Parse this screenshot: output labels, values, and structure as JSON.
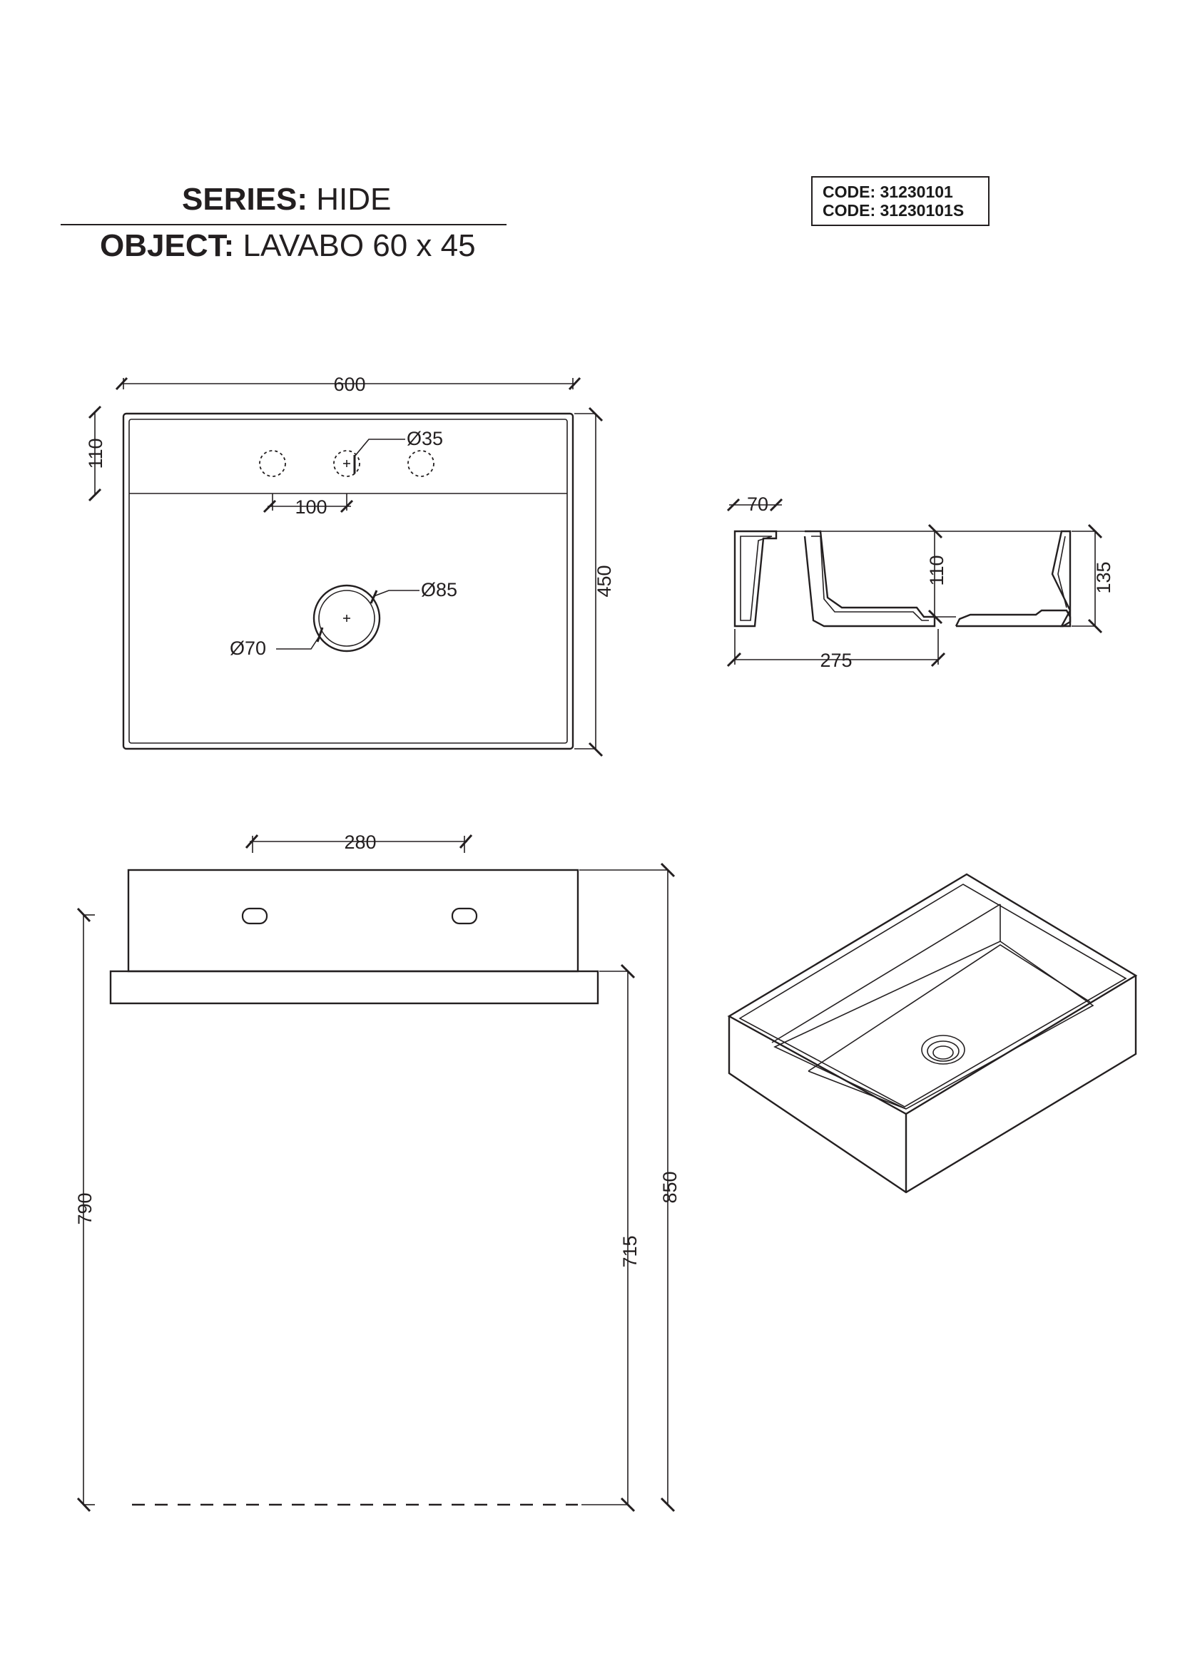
{
  "header": {
    "series_label": "SERIES",
    "series_value": "HIDE",
    "object_label": "OBJECT",
    "object_value": "LAVABO 60 x 45",
    "codes": [
      "CODE: 31230101",
      "CODE: 31230101S"
    ]
  },
  "top_view": {
    "width": "600",
    "depth": "450",
    "deck_depth": "110",
    "tap_hole_diameter": "Ø35",
    "tap_hole_spacing": "100",
    "drain_outer_diameter": "Ø85",
    "drain_inner_diameter": "Ø70"
  },
  "section_view": {
    "wall_width": "70",
    "bowl_depth": "110",
    "total_height": "135",
    "section_length": "275"
  },
  "front_view": {
    "bracket_spacing": "280",
    "height_790": "790",
    "height_715": "715",
    "height_850": "850"
  }
}
